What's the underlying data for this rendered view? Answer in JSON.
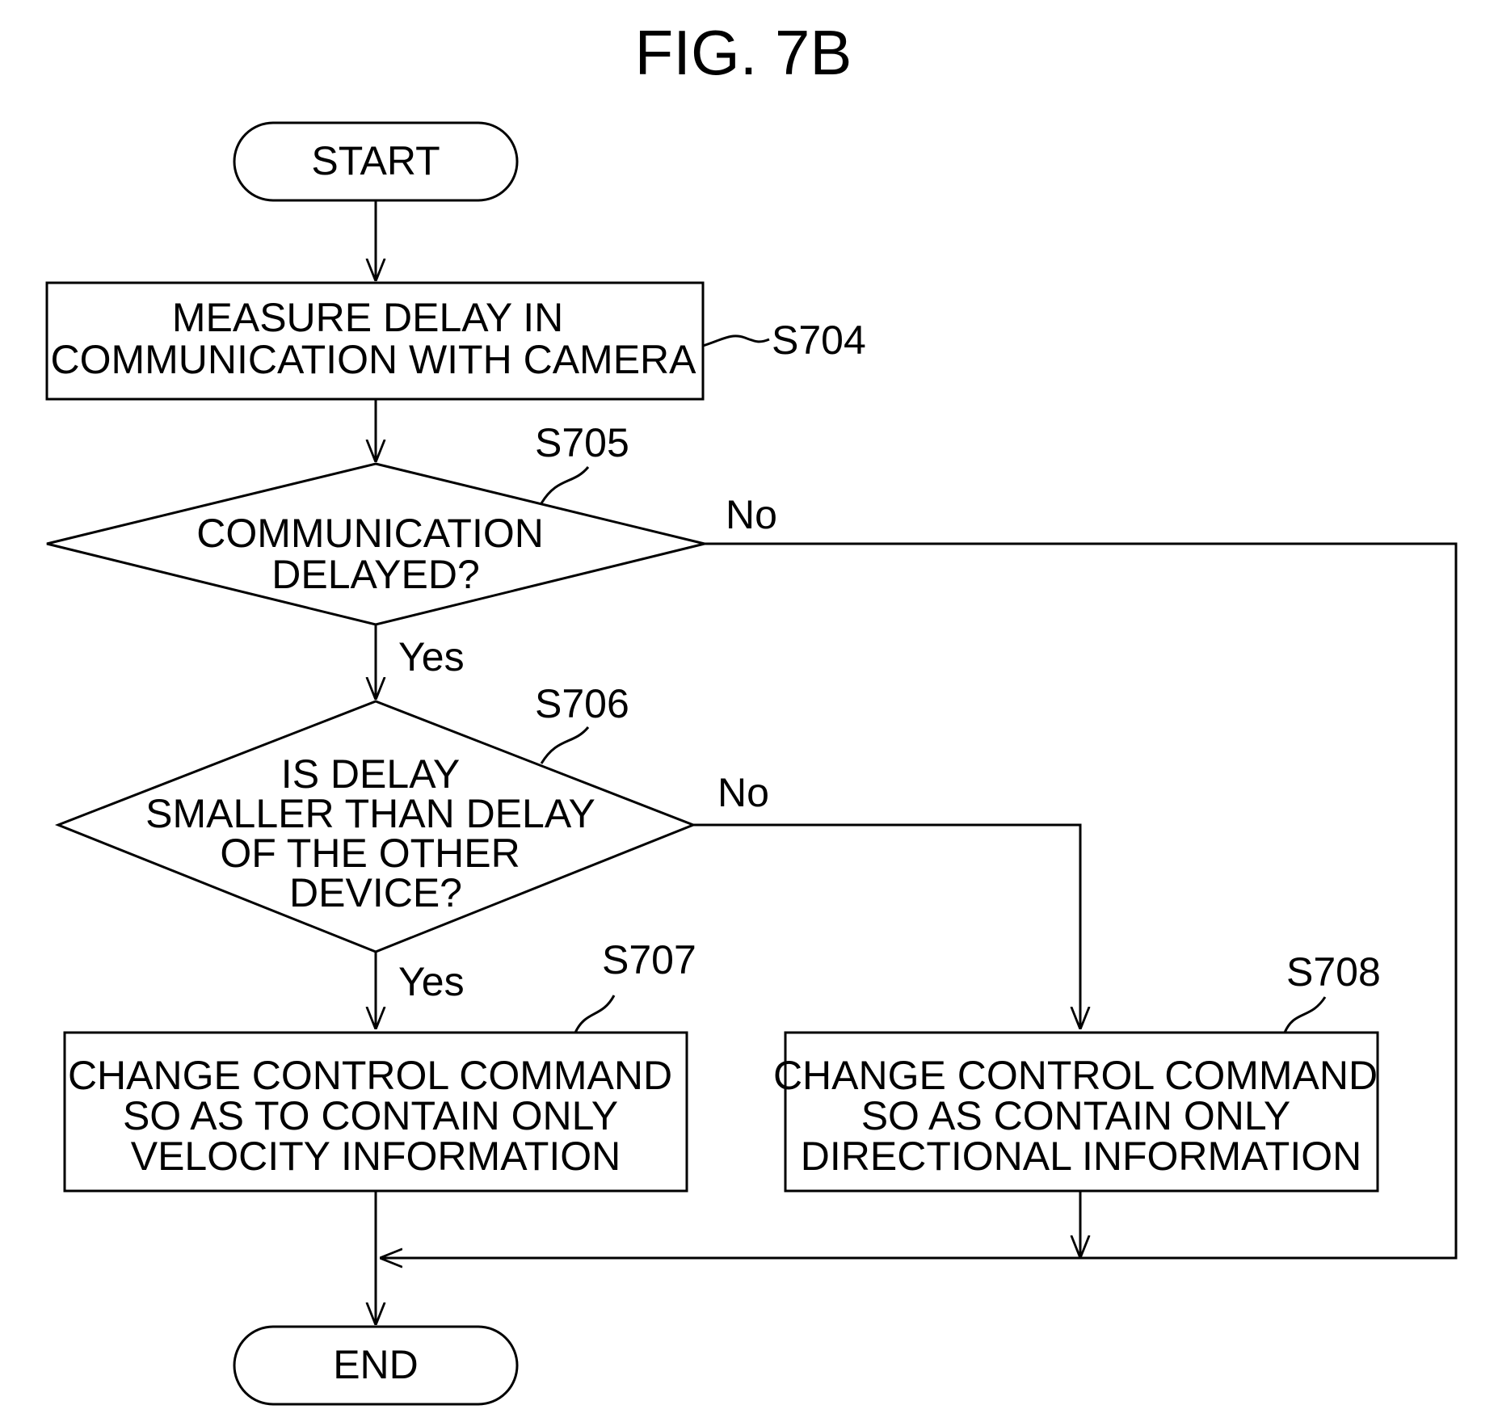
{
  "figure": {
    "title": "FIG. 7B"
  },
  "nodes": {
    "start": {
      "label": "START"
    },
    "s704": {
      "step": "S704",
      "lines": [
        "MEASURE DELAY IN",
        "COMMUNICATION WITH CAMERA"
      ]
    },
    "s705": {
      "step": "S705",
      "lines": [
        "COMMUNICATION",
        "DELAYED?"
      ]
    },
    "s706": {
      "step": "S706",
      "lines": [
        "IS DELAY",
        "SMALLER THAN DELAY",
        "OF THE OTHER",
        "DEVICE?"
      ]
    },
    "s707": {
      "step": "S707",
      "lines": [
        "CHANGE CONTROL COMMAND",
        "SO AS TO CONTAIN ONLY",
        "VELOCITY INFORMATION"
      ]
    },
    "s708": {
      "step": "S708",
      "lines": [
        "CHANGE CONTROL COMMAND",
        "SO AS CONTAIN ONLY",
        "DIRECTIONAL INFORMATION"
      ]
    },
    "end": {
      "label": "END"
    }
  },
  "edges": {
    "s705_yes": "Yes",
    "s705_no": "No",
    "s706_yes": "Yes",
    "s706_no": "No"
  }
}
